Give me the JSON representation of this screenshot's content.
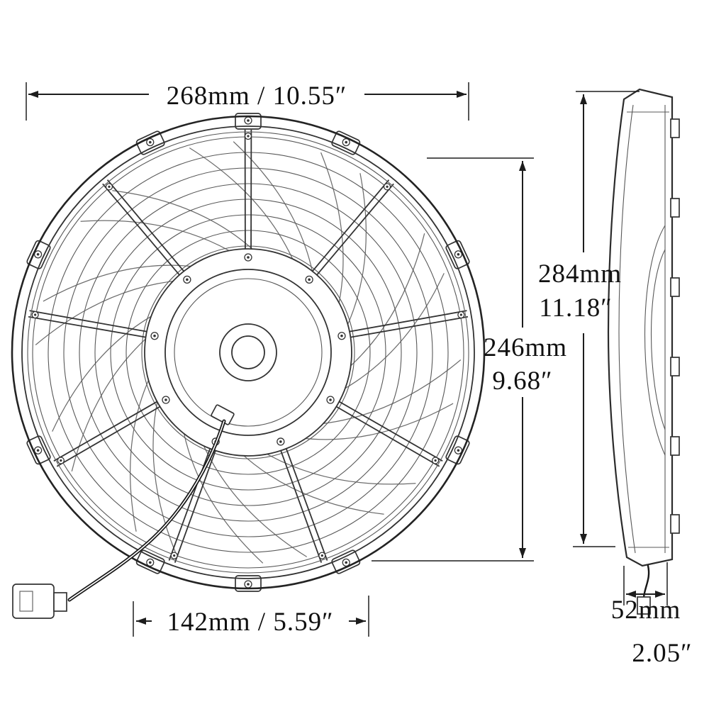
{
  "page": {
    "background": "#ffffff",
    "line_color": "#222222",
    "text_color": "#101010"
  },
  "diagram": {
    "type": "technical-drawing",
    "subject": "electric cooling fan, front view and side profile with dimension callouts",
    "labels": {
      "overall_width": "268mm / 10.55″",
      "overall_height_mm": "284mm",
      "overall_height_in": "11.18″",
      "blade_height_mm": "246mm",
      "blade_height_in": "9.68″",
      "hub_width": "142mm / 5.59″",
      "depth_mm": "52mm",
      "depth_in": "2.05″"
    }
  }
}
